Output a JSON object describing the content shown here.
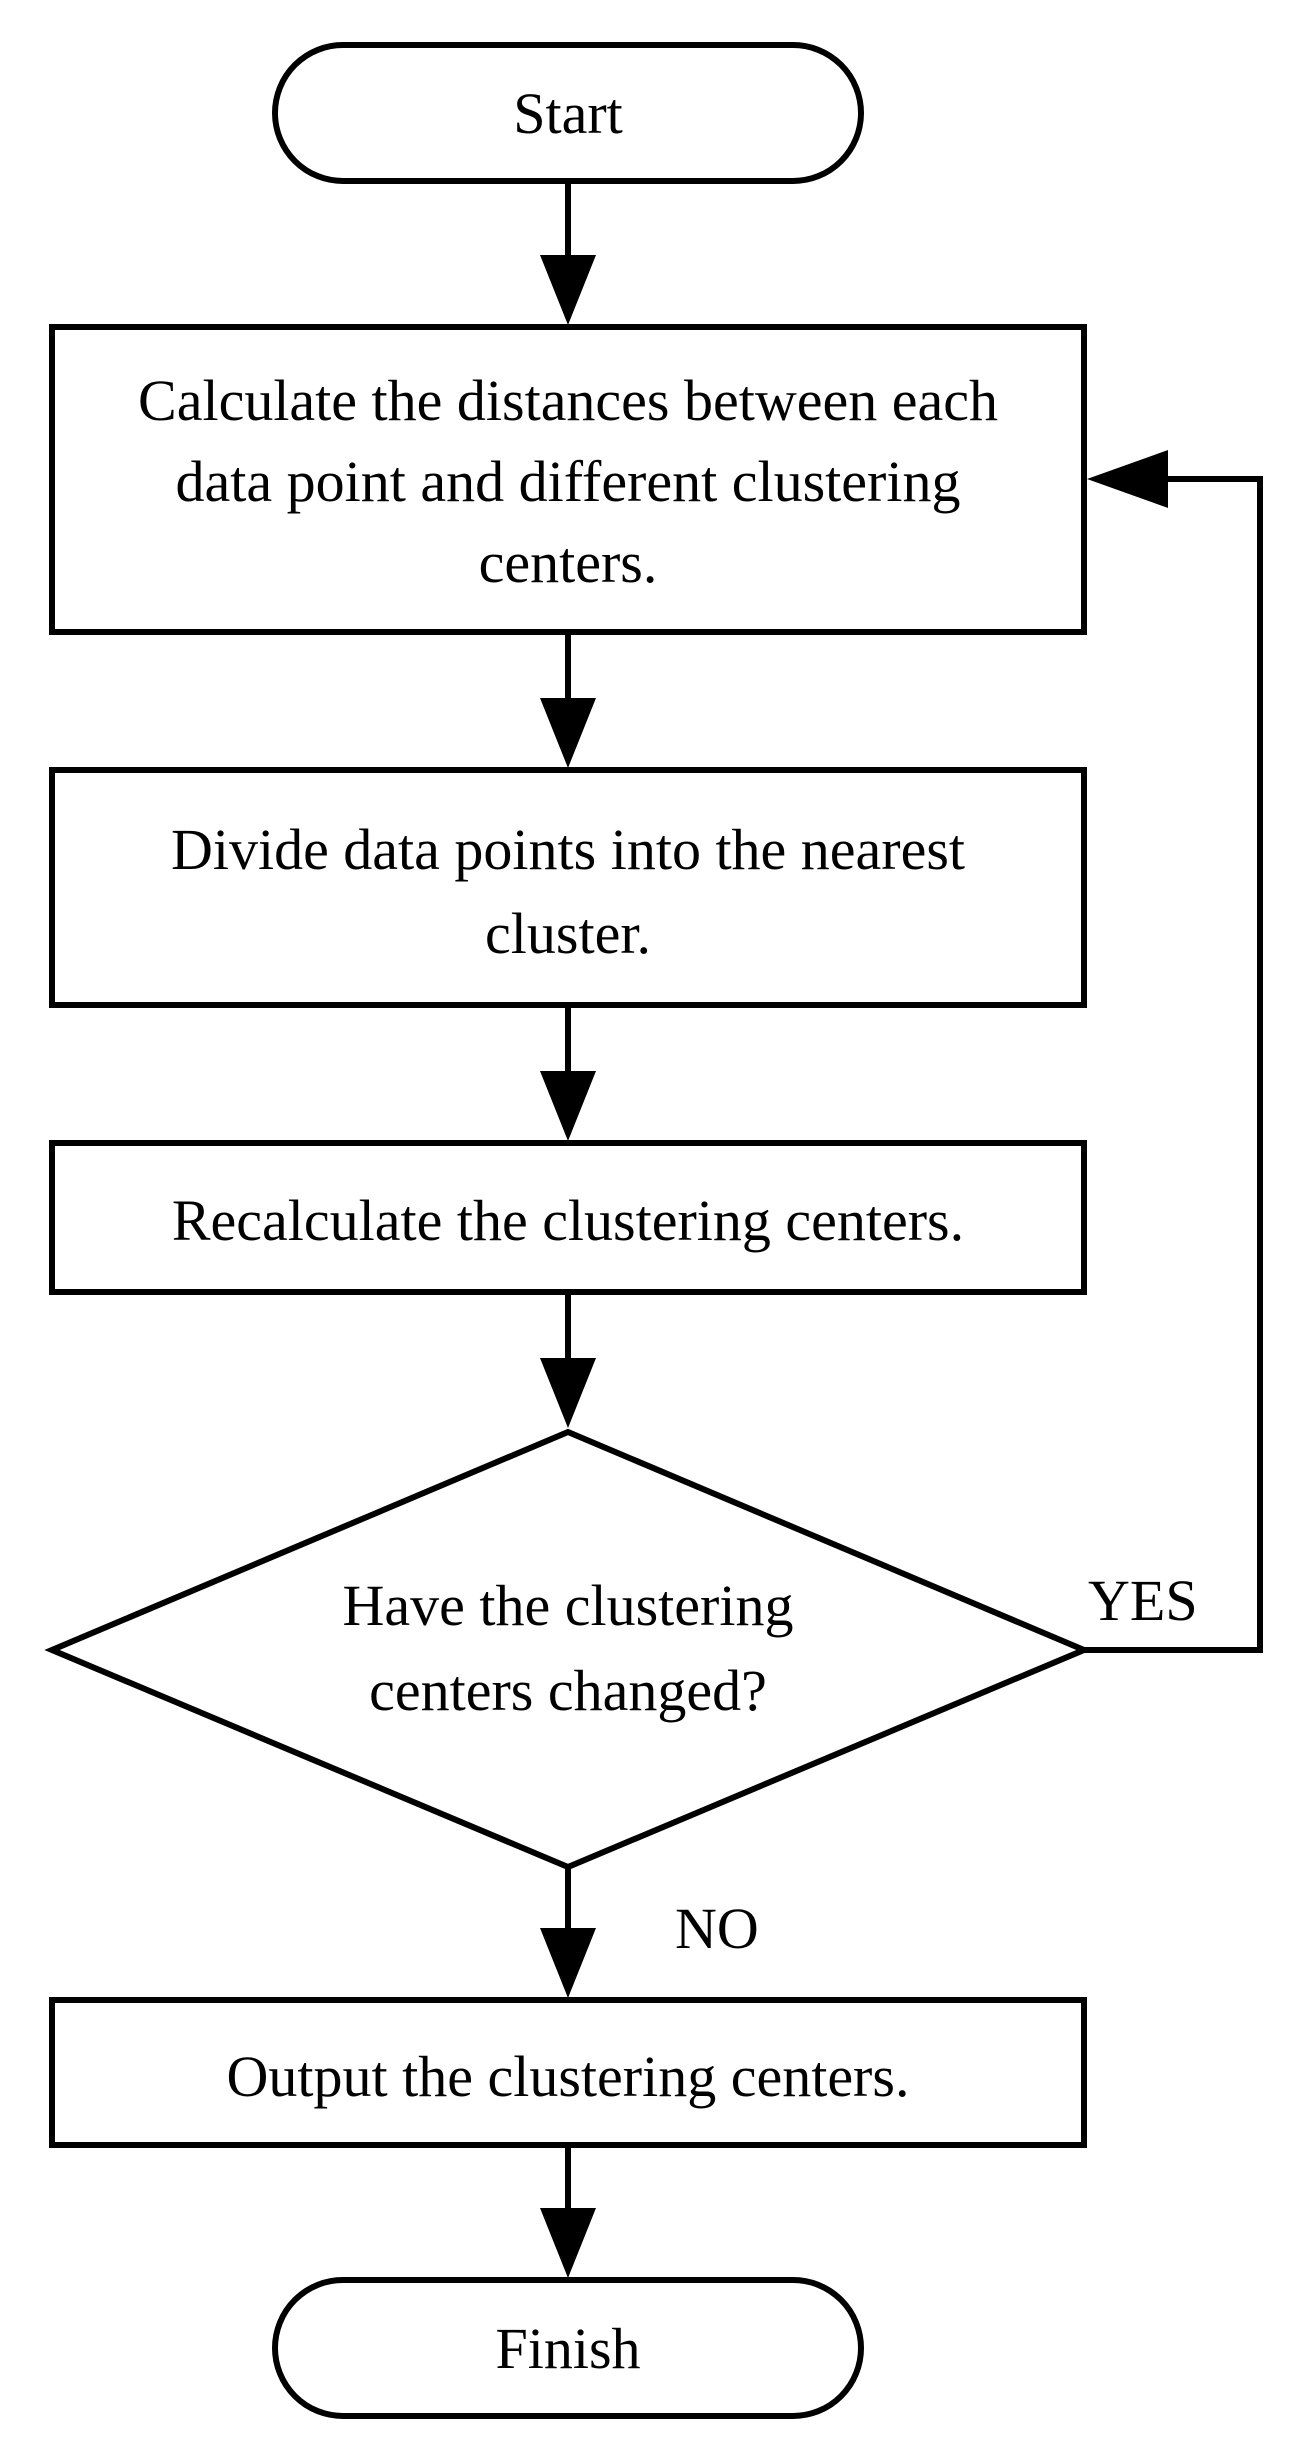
{
  "flowchart": {
    "start": "Start",
    "step_distances": {
      "line1": "Calculate the distances between each",
      "line2": "data point and different clustering",
      "line3": "centers."
    },
    "step_divide": {
      "line1": "Divide data points into the nearest",
      "line2": "cluster."
    },
    "step_recalculate": "Recalculate the clustering centers.",
    "decision": {
      "line1": "Have the clustering",
      "line2": "centers changed?"
    },
    "yes_label": "YES",
    "no_label": "NO",
    "step_output": "Output the clustering centers.",
    "finish": "Finish"
  }
}
